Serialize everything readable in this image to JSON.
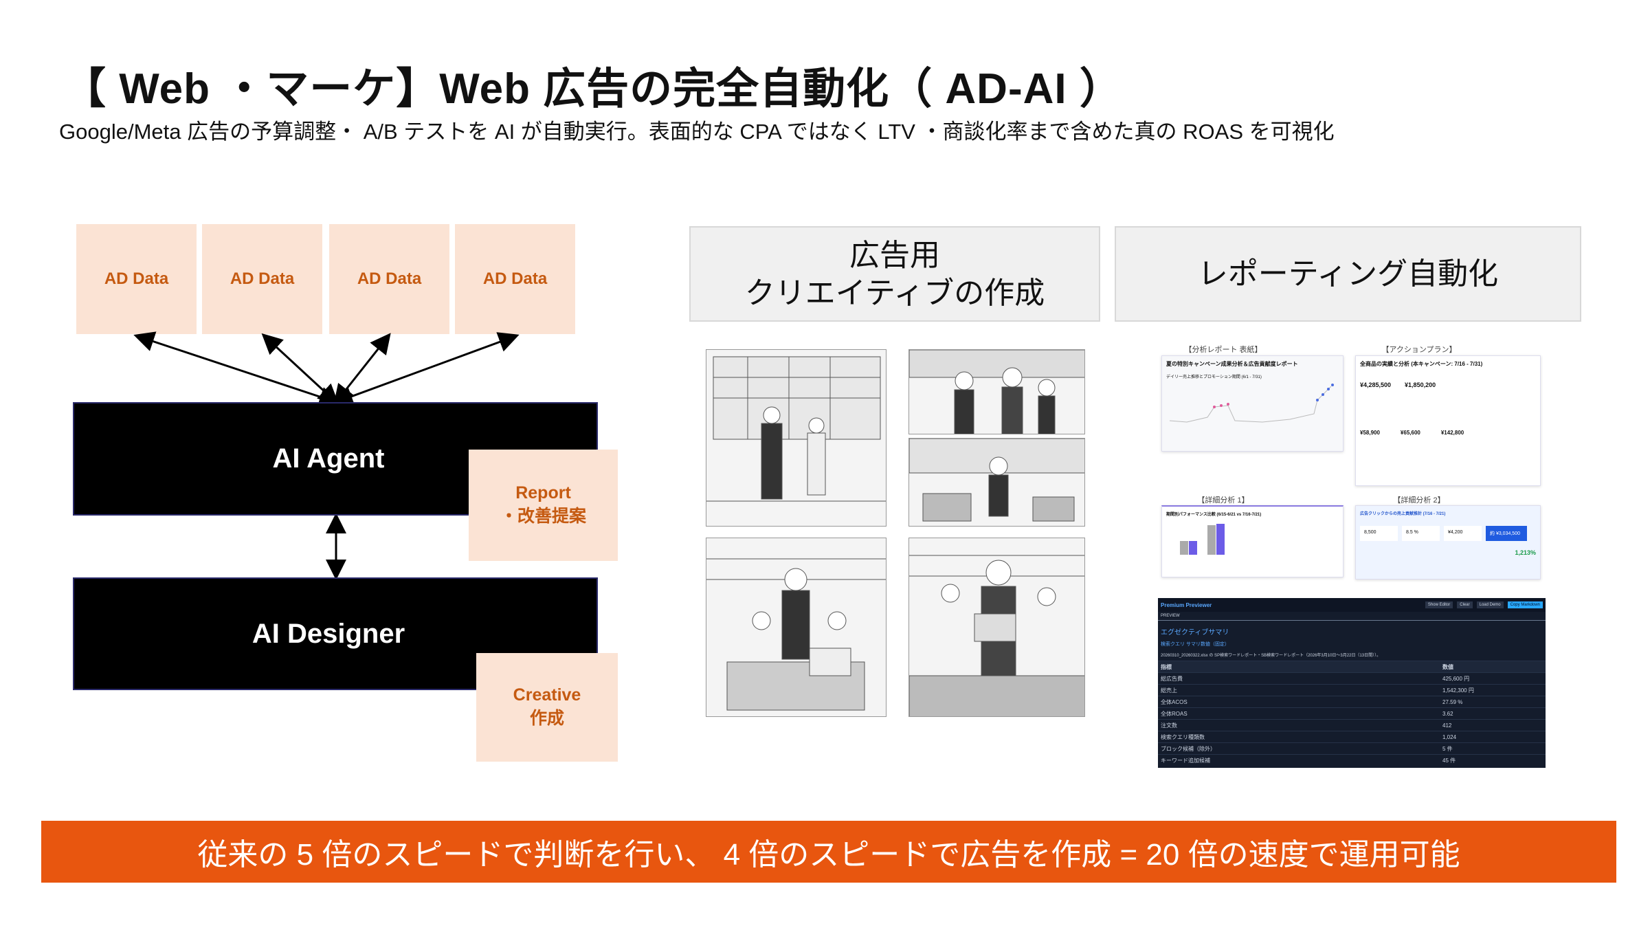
{
  "title": "【 Web ・マーケ】Web 広告の完全自動化（ AD-AI ）",
  "subtitle": "Google/Meta 広告の予算調整・ A/B テストを AI が自動実行。表面的な CPA ではなく LTV ・商談化率まで含めた真の ROAS を可視化",
  "diagram": {
    "data_boxes": [
      "AD Data",
      "AD Data",
      "AD Data",
      "AD Data"
    ],
    "agent": "AI Agent",
    "designer": "AI Designer",
    "report_note": [
      "Report",
      "・改善提案"
    ],
    "creative_note": [
      "Creative",
      "作成"
    ]
  },
  "panels": {
    "creative_header": [
      "広告用",
      "クリエイティブの作成"
    ],
    "reporting_header": "レポーティング自動化"
  },
  "reports": {
    "captions": [
      "【分析レポート 表紙】",
      "【アクションプラン】",
      "【詳細分析 1】",
      "【詳細分析 2】"
    ],
    "cover_title": "夏の特別キャンペーン成果分析＆広告貢献度レポート",
    "cover_chart_title": "デイリー売上推移とプロモーション期間 (6/1 - 7/31)",
    "action_title": "全商品の実績と分析 (本キャンペーン: 7/16 - 7/31)",
    "action_values": [
      "¥4,285,500",
      "¥1,850,200",
      "¥58,900",
      "¥65,600",
      "¥142,800"
    ],
    "detail1_title": "期間別パフォーマンス比較 (6/15-6/21 vs 7/16-7/21)",
    "detail2_title": "広告クリックからの売上貢献推計 (7/16 - 7/21)",
    "detail2_values": [
      "8,500",
      "8.5 %",
      "¥4,200",
      "約 ¥3,034,500"
    ],
    "detail2_roas": "1,213%",
    "dark": {
      "app": "Premium Previewer",
      "buttons": [
        "Show Editor",
        "Clear",
        "Load Demo",
        "Copy Markdown"
      ],
      "preview_label": "PREVIEW",
      "heading": "エグゼクティブサマリ",
      "subheading": "検索クエリ サマリ数値（固定）",
      "desc": "20260310_20260322.xlsx の SP検索ワードレポート・SB検索ワードレポート（2026年3月10日〜3月22日（13日間））。",
      "header": [
        "指標",
        "数値"
      ],
      "rows": [
        [
          "総広告費",
          "425,600 円"
        ],
        [
          "総売上",
          "1,542,300 円"
        ],
        [
          "全体ACOS",
          "27.59 %"
        ],
        [
          "全体ROAS",
          "3.62"
        ],
        [
          "注文数",
          "412"
        ],
        [
          "検索クエリ種類数",
          "1,024"
        ],
        [
          "ブロック候補（除外）",
          "5 件"
        ],
        [
          "キーワード追加候補",
          "45 件"
        ]
      ]
    }
  },
  "banner": "従来の 5 倍のスピードで判断を行い、 4 倍のスピードで広告を作成 = 20 倍の速度で運用可能",
  "colors": {
    "accent": "#e8560f",
    "peach": "#fbe3d4",
    "note_text": "#c55a11"
  }
}
